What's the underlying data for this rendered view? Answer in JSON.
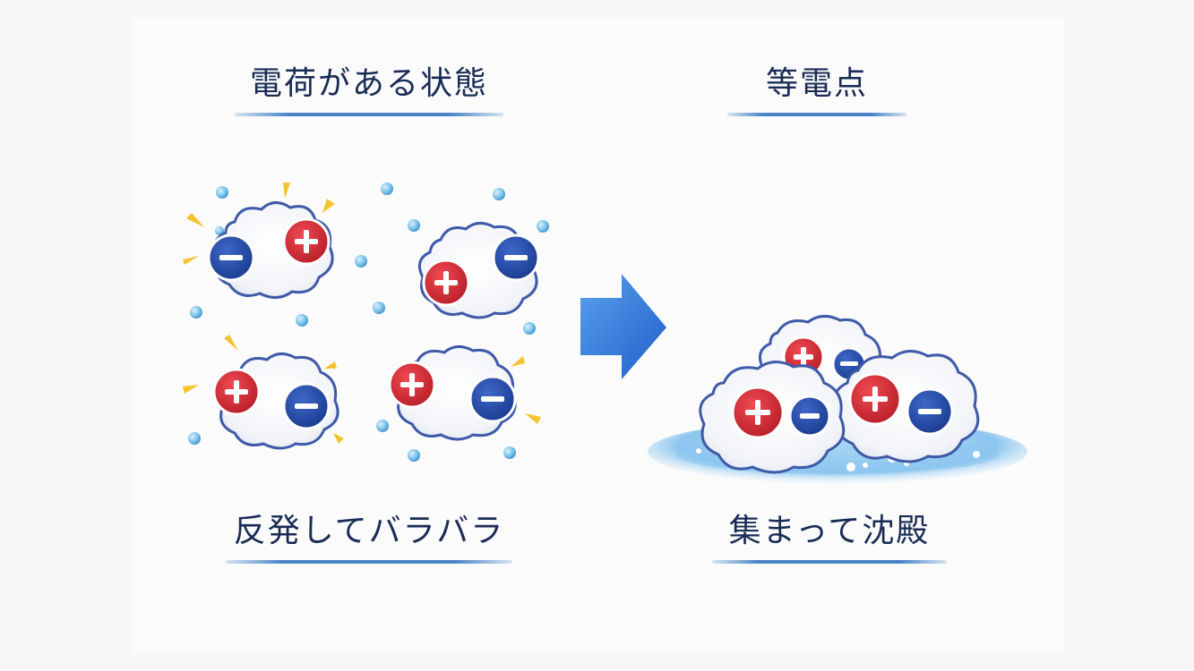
{
  "titles": {
    "left": "電荷がある状態",
    "right": "等電点"
  },
  "captions": {
    "left": "反発してバラバラ",
    "right": "集まって沈殿"
  },
  "symbols": {
    "plus": "+",
    "minus": "−"
  },
  "colors": {
    "text": "#1a2c55",
    "accent_line": "#4a84c8",
    "positive": "#d62631",
    "negative": "#2548a8",
    "arrow": "#2f74d8",
    "droplet": "#7cc3ea",
    "spark": "#f4c430",
    "cloud_outline": "#3f5aa8",
    "puddle": "#8cc6ef"
  },
  "icons": {
    "arrow": "right-arrow-icon",
    "positive": "positive-charge-icon",
    "negative": "negative-charge-icon"
  }
}
